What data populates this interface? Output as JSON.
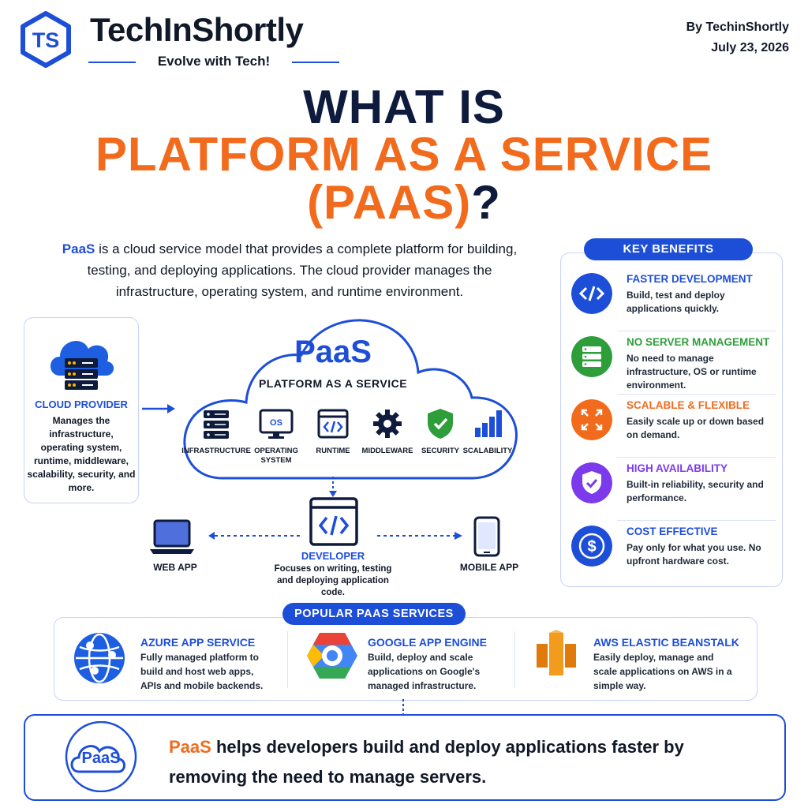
{
  "header": {
    "logo_text": "TS",
    "brand_name": "TechInShortly",
    "tagline": "Evolve with Tech!",
    "byline": "By TechinShortly",
    "date": "July 23, 2026"
  },
  "title": {
    "line1": "WHAT IS",
    "line2": "PLATFORM AS A SERVICE",
    "line3": "(PAAS)",
    "line3_suffix": "?"
  },
  "intro": {
    "highlight": "PaaS",
    "text": " is a cloud service model that provides a complete platform for building, testing, and deploying applications. The cloud provider manages the infrastructure, operating system, and runtime environment."
  },
  "cloud_provider": {
    "title": "CLOUD PROVIDER",
    "description": "Manages the infrastructure, operating system, runtime, middleware, scalability, security, and more."
  },
  "paas_cloud": {
    "title": "PaaS",
    "subtitle": "PLATFORM AS A SERVICE",
    "os_icon_text": "OS",
    "components": [
      {
        "label": "INFRASTRUCTURE",
        "icon": "server-rack-icon"
      },
      {
        "label": "OPERATING SYSTEM",
        "icon": "monitor-os-icon"
      },
      {
        "label": "RUNTIME",
        "icon": "code-window-icon"
      },
      {
        "label": "MIDDLEWARE",
        "icon": "gear-icon"
      },
      {
        "label": "SECURITY",
        "icon": "shield-check-icon"
      },
      {
        "label": "SCALABILITY",
        "icon": "bar-chart-icon"
      }
    ]
  },
  "developer": {
    "title": "DEVELOPER",
    "description": "Focuses on writing, testing and deploying application code."
  },
  "web_app": {
    "label": "WEB APP"
  },
  "mobile_app": {
    "label": "MOBILE APP"
  },
  "benefits": {
    "heading": "KEY BENEFITS",
    "items": [
      {
        "title": "FASTER DEVELOPMENT",
        "description": "Build, test and deploy applications quickly.",
        "color": "#1d4ed8",
        "icon": "code-icon"
      },
      {
        "title": "NO SERVER MANAGEMENT",
        "description": "No need to manage infrastructure, OS or runtime environment.",
        "color": "#2e9e3a",
        "icon": "server-icon"
      },
      {
        "title": "SCALABLE & FLEXIBLE",
        "description": "Easily scale up or down based on demand.",
        "color": "#f26b1d",
        "icon": "expand-arrows-icon"
      },
      {
        "title": "HIGH AVAILABILITY",
        "description": "Built-in reliability, security and performance.",
        "color": "#7c3aed",
        "icon": "shield-check-icon"
      },
      {
        "title": "COST EFFECTIVE",
        "description": "Pay only for what you use. No upfront hardware cost.",
        "color": "#1d4ed8",
        "icon": "dollar-icon"
      }
    ]
  },
  "services": {
    "heading": "POPULAR PAAS SERVICES",
    "items": [
      {
        "title": "AZURE APP SERVICE",
        "description": "Fully managed platform to build and host web apps, APIs and mobile backends.",
        "icon": "azure-globe-icon"
      },
      {
        "title": "GOOGLE APP ENGINE",
        "description": "Build, deploy and scale applications on Google's managed infrastructure.",
        "icon": "google-cloud-hex-icon"
      },
      {
        "title": "AWS ELASTIC BEANSTALK",
        "description": "Easily deploy, manage and scale applications on AWS in a simple way.",
        "icon": "aws-beanstalk-icon"
      }
    ]
  },
  "footer": {
    "badge": "PaaS",
    "highlight": "PaaS",
    "text": " helps developers build and deploy applications faster by removing the need to manage servers."
  },
  "colors": {
    "primary": "#1d4ed8",
    "accent": "#f26b1d",
    "dark": "#0f1b3d"
  }
}
